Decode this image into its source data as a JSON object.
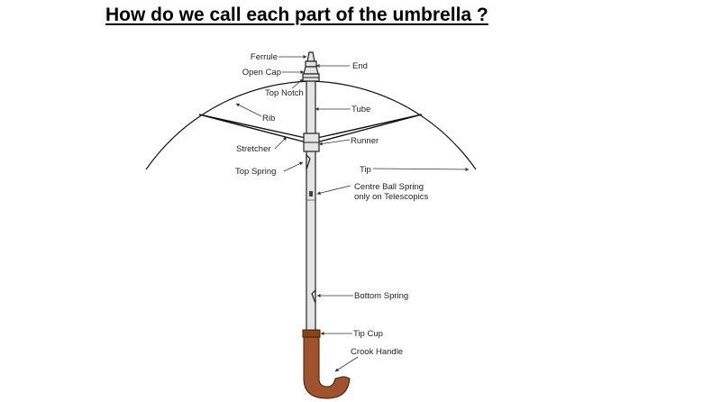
{
  "title": "How do we call each part of the umbrella ?",
  "colors": {
    "handle_wood": "#a0522d",
    "handle_outline": "#3a1f0f",
    "tube_fill": "#e4e4e4",
    "line": "#111111"
  },
  "labels": {
    "ferrule": "Ferrule",
    "end": "End",
    "open_cap": "Open Cap",
    "top_notch": "Top Notch",
    "tube": "Tube",
    "rib": "Rib",
    "runner": "Runner",
    "stretcher": "Stretcher",
    "top_spring": "Top Spring",
    "tip": "Tip",
    "centre_ball_spring_1": "Centre Ball Spring",
    "centre_ball_spring_2": "only on Telescopics",
    "bottom_spring": "Bottom Spring",
    "tip_cup": "Tip Cup",
    "crook_handle": "Crook Handle"
  }
}
